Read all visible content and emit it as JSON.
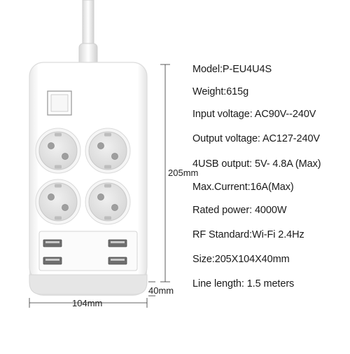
{
  "dimensions": {
    "height_label": "205mm",
    "width_label": "104mm",
    "depth_label": "40mm"
  },
  "specs": [
    "Model:P-EU4U4S",
    "Weight:615g",
    "Input voltage: AC90V--240V",
    "Output voltage: AC127-240V",
    "4USB output: 5V- 4.8A (Max)",
    "Max.Current:16A(Max)",
    "Rated power: 4000W",
    "RF Standard:Wi-Fi 2.4Hz",
    "Size:205X104X40mm",
    "Line length: 1.5 meters"
  ],
  "colors": {
    "body": "#fdfdfd",
    "body_edge": "#d9d9d9",
    "socket": "#e6e6e6",
    "contact": "#a9a9a9",
    "usb": "#7a7a7a",
    "dim_line": "#333333"
  }
}
